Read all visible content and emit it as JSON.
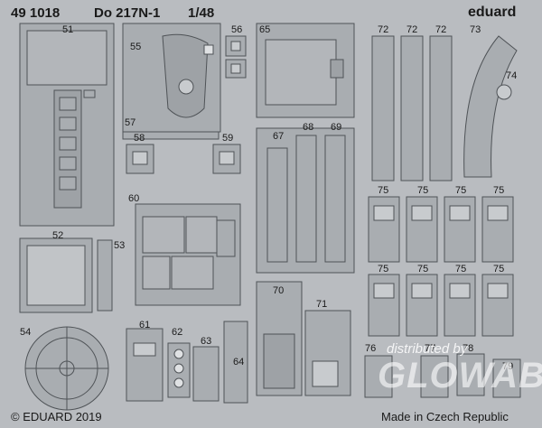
{
  "header": {
    "set_number": "49 1018",
    "model": "Do 217N-1",
    "scale": "1/48",
    "brand_logo_text": "eduard"
  },
  "part_numbers": [
    "51",
    "52",
    "53",
    "54",
    "55",
    "56",
    "57",
    "58",
    "59",
    "60",
    "61",
    "62",
    "63",
    "64",
    "65",
    "67",
    "68",
    "69",
    "70",
    "71",
    "72",
    "72",
    "72",
    "73",
    "74",
    "75",
    "75",
    "75",
    "75",
    "75",
    "75",
    "75",
    "75",
    "76",
    "77",
    "78",
    "79"
  ],
  "footer": {
    "copyright": "© EDUARD 2019",
    "origin": "Made in Czech Republic"
  },
  "watermark": {
    "line1": "distributed by",
    "line2": "GLOWAB"
  },
  "colors": {
    "fret": "#b9bcc0",
    "part": "#a7abaf",
    "etch_line": "#55595d",
    "ink": "#1a1a1a"
  }
}
